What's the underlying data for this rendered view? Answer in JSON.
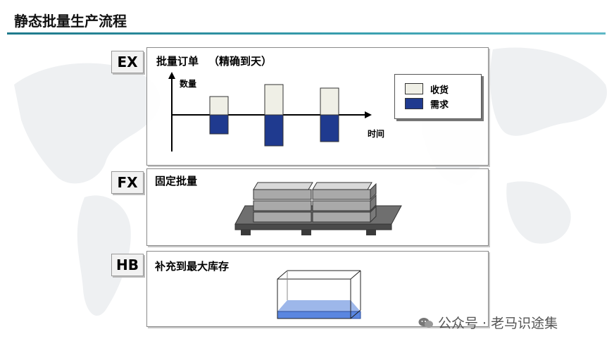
{
  "title": "静态批量生产流程",
  "sections": [
    {
      "tag": "EX",
      "title": "批量订单",
      "subtitle": "（精确到天）"
    },
    {
      "tag": "FX",
      "title": "固定批量"
    },
    {
      "tag": "HB",
      "title": "补充到最大库存"
    }
  ],
  "ex_chart": {
    "y_label": "数量",
    "x_label": "时间",
    "legend": {
      "receipt": "收货",
      "demand": "需求"
    },
    "colors": {
      "receipt": "#efefe6",
      "demand": "#1f3a8f"
    }
  },
  "watermark": "公众号 · 老马识途集",
  "colors": {
    "accent_rule": "#2f8fa0",
    "liquid": "#5a86e0"
  }
}
